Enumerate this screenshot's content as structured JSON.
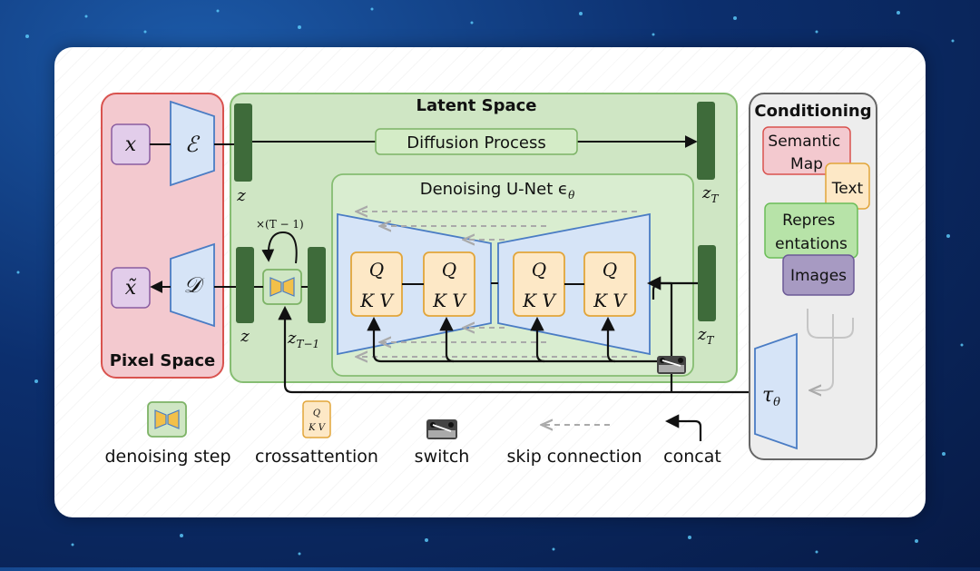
{
  "regions": {
    "pixel_space": "Pixel Space",
    "latent_space": "Latent Space",
    "conditioning": "Conditioning",
    "unet": "Denoising U-Net ϵ",
    "unet_sub": "θ"
  },
  "diffusion_process": "Diffusion Process",
  "symbols": {
    "x": "x",
    "x_tilde": "x̃",
    "encoder": "ℰ",
    "decoder": "𝒟",
    "z": "z",
    "z_T": "z",
    "T": "T",
    "z_T_minus_1": "z",
    "T_minus_1": "T−1",
    "repeat": "×(T − 1)",
    "tau": "τ",
    "theta": "θ",
    "Q": "Q",
    "KV": "K V"
  },
  "conditioning_items": {
    "semantic": [
      "Semantic",
      "Map"
    ],
    "text": "Text",
    "representations": [
      "Repres",
      "entations"
    ],
    "images": "Images"
  },
  "legend": {
    "denoising_step": "denoising step",
    "crossattention": "crossattention",
    "switch": "switch",
    "skip_connection": "skip connection",
    "concat": "concat",
    "mini_q": "Q",
    "mini_kv": "K V"
  },
  "colors": {
    "pixel_fill": "#f3c9cf",
    "pixel_stroke": "#d9534f",
    "latent_fill": "#cfe6c4",
    "latent_stroke": "#86bd72",
    "unet_fill": "#d9edd0",
    "trap_fill": "#d6e4f7",
    "trap_stroke": "#4a7cc4",
    "bar": "#3e6b3a",
    "attn_fill": "#fde8c6",
    "attn_stroke": "#e2a53a",
    "cond_fill": "#ededed",
    "cond_stroke": "#666666"
  }
}
